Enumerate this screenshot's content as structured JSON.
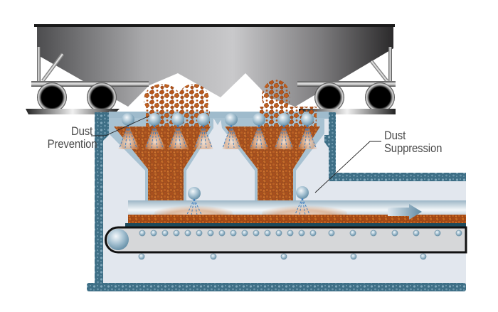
{
  "diagram": {
    "title": "Railcar unloading pit with dust prevention and dust suppression sprays",
    "labels": {
      "prevention": {
        "line1": "Dust",
        "line2": "Prevention"
      },
      "suppression": {
        "line1": "Dust",
        "line2": "Suppression"
      }
    },
    "components": [
      "hopper-railcar",
      "rail-wheels",
      "receiving-hoppers",
      "fog-spray-nozzles",
      "conveyor-belt",
      "concrete-pit-walls",
      "flow-direction-arrow"
    ],
    "colors": {
      "concrete": "#3e6f86",
      "pit_fill": "#e2e7ee",
      "hopper_blue": "#a8c2d2",
      "material": "#b6551b",
      "nozzle": "#9fbccd",
      "belt": "#d6d7d9",
      "text": "#4a4a4a"
    },
    "prevention_nozzle_count": 8,
    "suppression_nozzle_count": 2
  }
}
